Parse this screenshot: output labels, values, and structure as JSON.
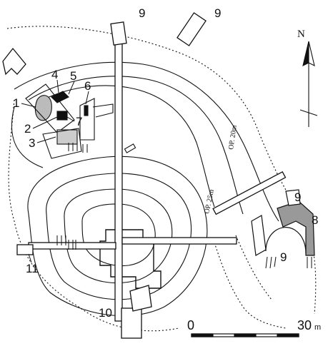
{
  "map": {
    "north_label": "N",
    "contour_labels": [
      "OP. 20m",
      "OP. 25m"
    ],
    "feature_numbers": [
      "1",
      "2",
      "3",
      "4",
      "5",
      "6",
      "7",
      "8",
      "9",
      "9",
      "9",
      "9",
      "10",
      "11"
    ],
    "scale": {
      "start": "0",
      "end": "30",
      "unit": "m"
    },
    "colors": {
      "ink": "#111111",
      "background": "#ffffff"
    }
  }
}
